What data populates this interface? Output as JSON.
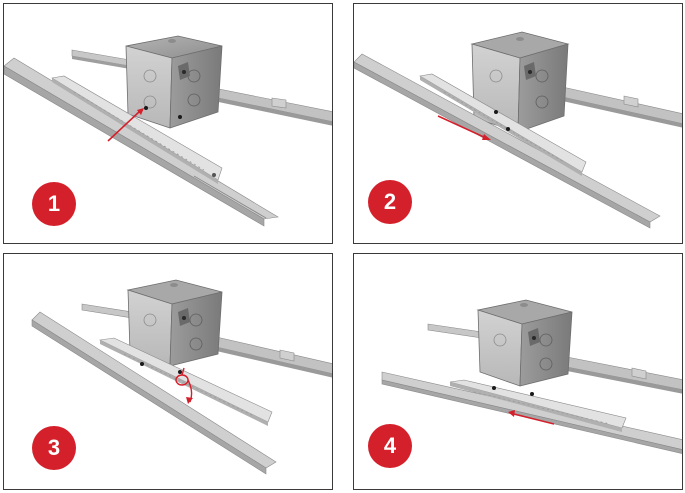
{
  "steps": [
    {
      "number": "1"
    },
    {
      "number": "2"
    },
    {
      "number": "3"
    },
    {
      "number": "4"
    }
  ],
  "colors": {
    "accent": "#d4202b",
    "box": "#a8a8a8",
    "bar": "#c4c4c4",
    "border": "#3a3a3a"
  }
}
